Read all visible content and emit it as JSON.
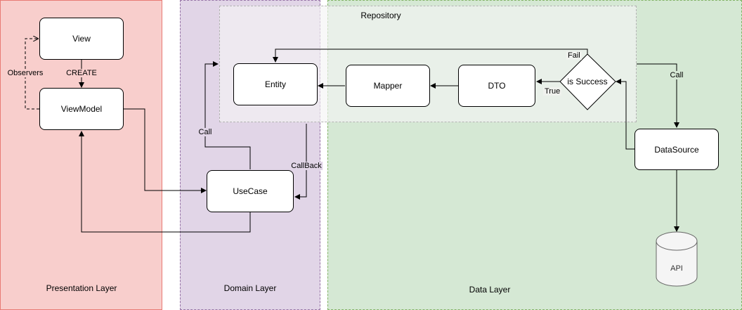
{
  "layers": {
    "presentation": "Presentation Layer",
    "domain": "Domain Layer",
    "data": "Data Layer",
    "repository": "Repository"
  },
  "nodes": {
    "view": "View",
    "viewmodel": "ViewModel",
    "entity": "Entity",
    "mapper": "Mapper",
    "dto": "DTO",
    "is_success": "is Success",
    "usecase": "UseCase",
    "datasource": "DataSource",
    "api": "API"
  },
  "edge_labels": {
    "create": "CREATE",
    "observers": "Observers",
    "fail": "Fail",
    "true": "True",
    "call_repo": "Call",
    "call_usecase": "Call",
    "callback": "CallBack"
  }
}
